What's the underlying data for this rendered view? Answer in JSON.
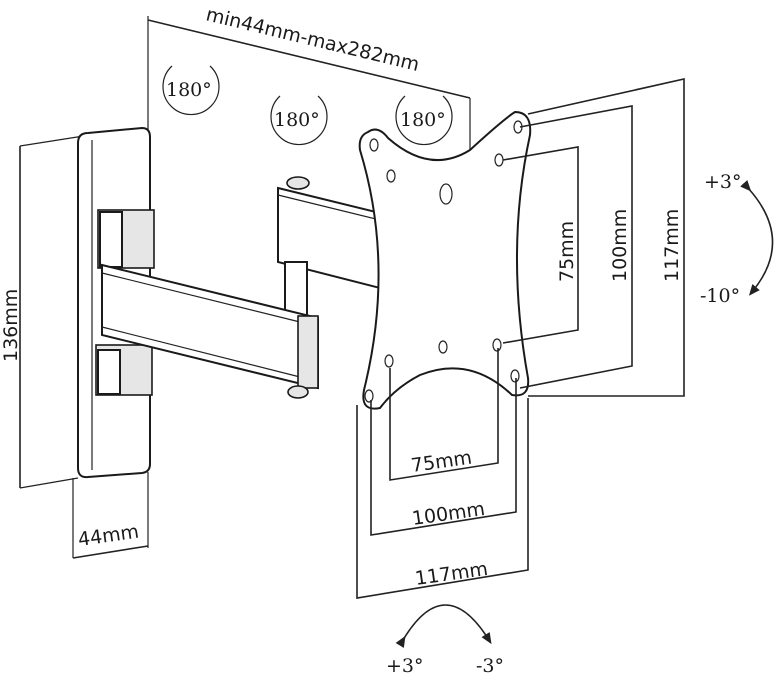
{
  "title": "TV wall mount dimension diagram",
  "dimensions": {
    "arm_extension": "min44mm-max282mm",
    "wall_plate_height": "136mm",
    "wall_plate_width": "44mm",
    "vesa_vertical": [
      "75mm",
      "100mm",
      "117mm"
    ],
    "vesa_horizontal": [
      "75mm",
      "100mm",
      "117mm"
    ]
  },
  "rotations": {
    "swivel": [
      "180°",
      "180°",
      "180°"
    ],
    "tilt_up": "+3°",
    "tilt_down": "-10°",
    "level_left": "+3°",
    "level_right": "-3°"
  }
}
